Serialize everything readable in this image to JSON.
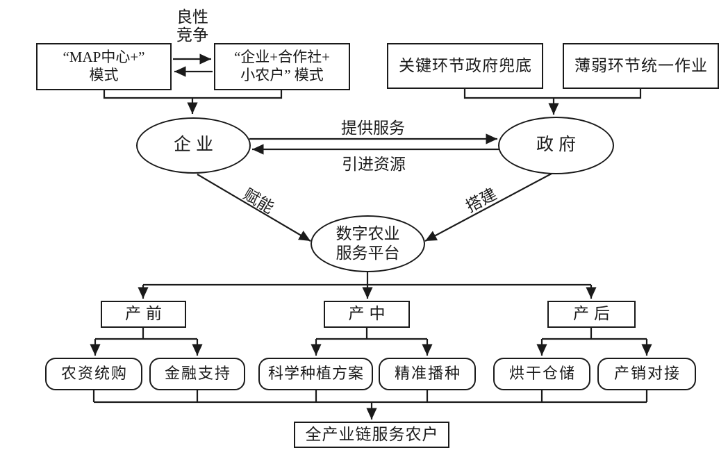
{
  "background": "#ffffff",
  "line_color": "#1a1a1a",
  "nodes": {
    "map_mode": {
      "line1": "“MAP中心+”",
      "line2": "模式"
    },
    "coop_mode": {
      "line1": "“企业+合作社+",
      "line2": "小农户” 模式"
    },
    "gov_backstop": {
      "label": "关键环节政府兜底"
    },
    "weak_unified": {
      "label": "薄弱环节统一作业"
    },
    "enterprise": {
      "label": "企业"
    },
    "government": {
      "label": "政府"
    },
    "platform": {
      "line1": "数字农业",
      "line2": "服务平台"
    },
    "pre_production": {
      "label": "产前"
    },
    "mid_production": {
      "label": "产中"
    },
    "post_production": {
      "label": "产后"
    },
    "agri_supply_purchase": {
      "label": "农资统购"
    },
    "financial_support": {
      "label": "金融支持"
    },
    "scientific_planting": {
      "label": "科学种植方案"
    },
    "precise_seeding": {
      "label": "精准播种"
    },
    "drying_storage": {
      "label": "烘干仓储"
    },
    "sales_matching": {
      "label": "产销对接"
    },
    "full_chain_service": {
      "label": "全产业链服务农户"
    }
  },
  "edge_labels": {
    "benign_competition_line1": "良性",
    "benign_competition_line2": "竞争",
    "provide_services": "提供服务",
    "introduce_resources": "引进资源",
    "empower": "赋能",
    "build": "搭建"
  }
}
